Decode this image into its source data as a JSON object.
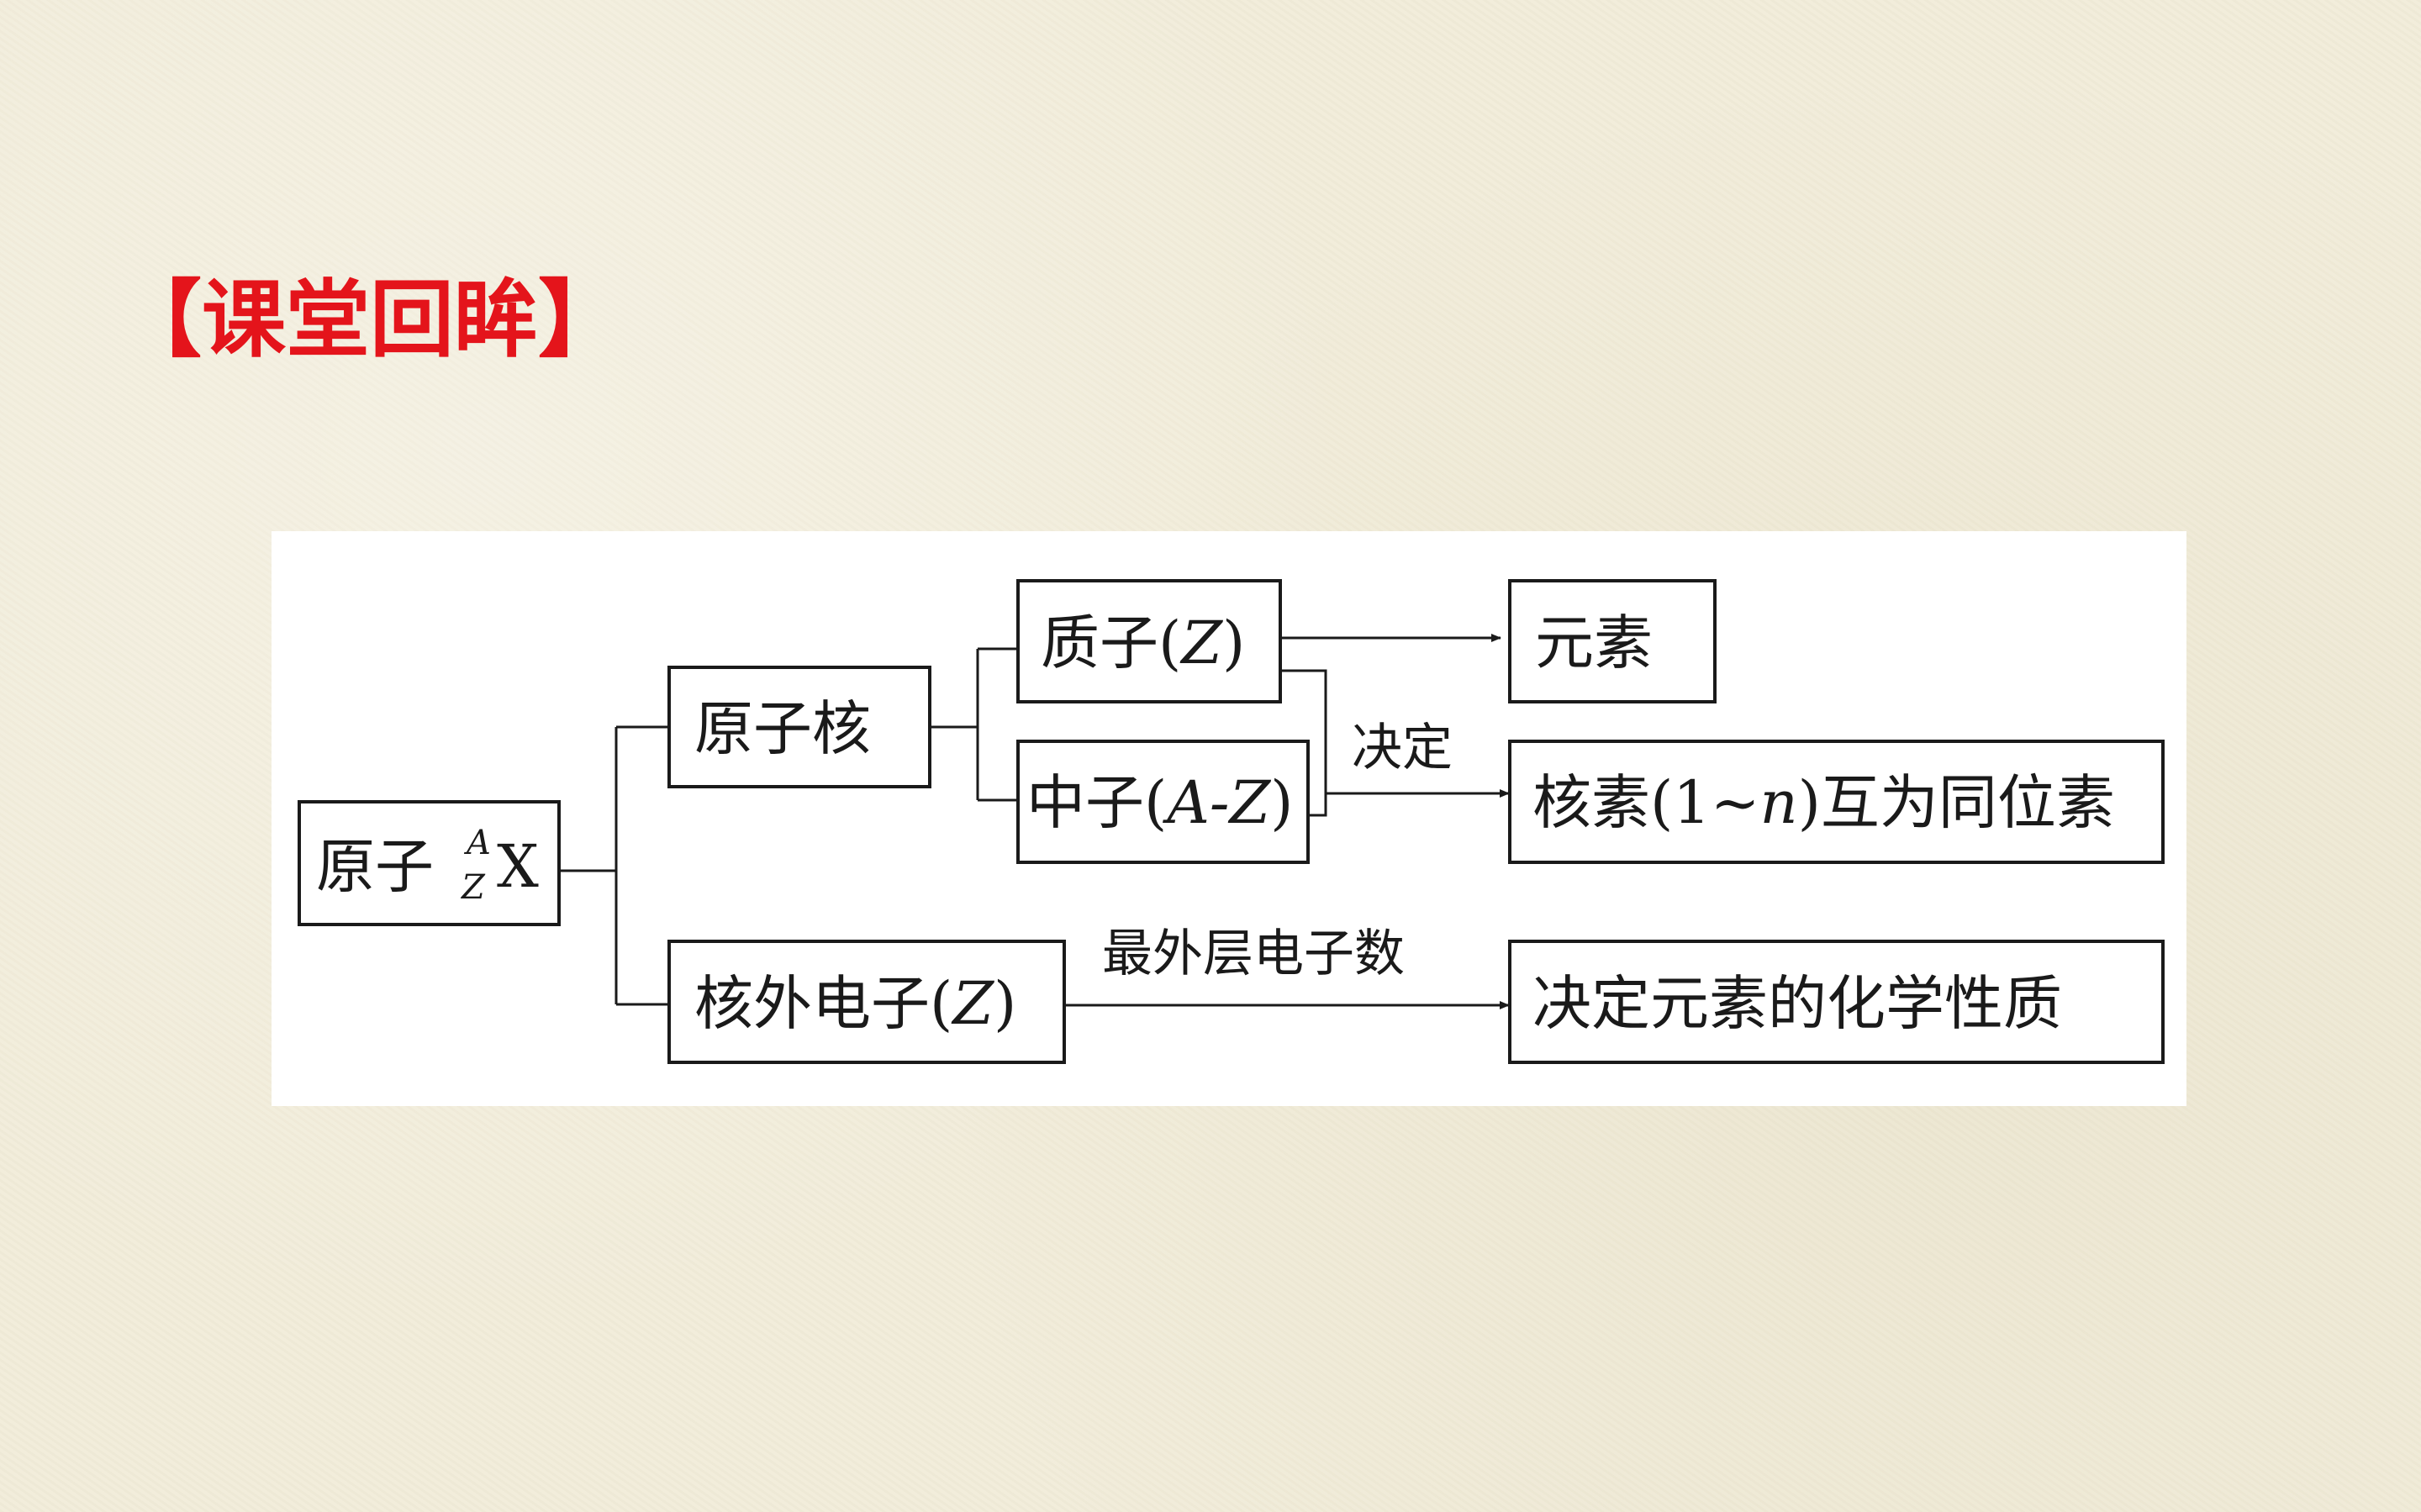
{
  "heading": "【课堂回眸】",
  "nodes": {
    "atom": {
      "label": "原子",
      "mass_number": "A",
      "atomic_number": "Z",
      "symbol": "X"
    },
    "nucleus": {
      "label": "原子核"
    },
    "proton": {
      "label": "质子(",
      "var": "Z",
      "close": ")"
    },
    "neutron": {
      "label": "中子(",
      "var": "A-Z",
      "close": ")"
    },
    "electrons": {
      "label": "核外电子(",
      "var": "Z",
      "close": ")"
    },
    "element": {
      "label": "元素"
    },
    "isotopes": {
      "label": "核素(1~",
      "var": "n",
      "close": ")互为同位素"
    },
    "properties": {
      "label": "决定元素的化学性质"
    }
  },
  "edges": {
    "determines": "决定",
    "outermost_electrons": "最外层电子数"
  },
  "colors": {
    "heading": "#e4141b",
    "background": "#f1ecda",
    "panel": "#ffffff",
    "ink": "#1a1a1a"
  }
}
